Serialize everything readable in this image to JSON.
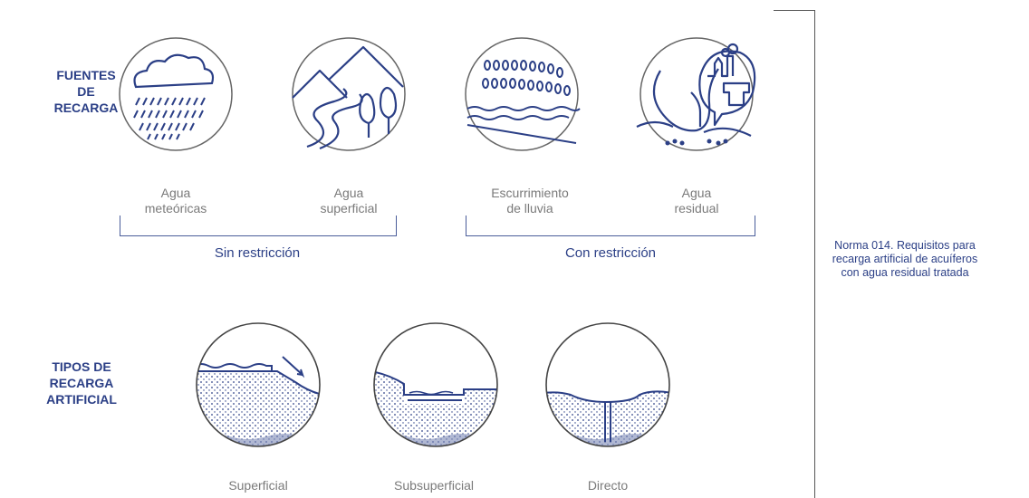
{
  "sections": {
    "sources": "FUENTES\nDE\nRECARGA",
    "types": "TIPOS DE\nRECARGA\nARTIFICIAL"
  },
  "sources": [
    {
      "label": "Agua\nmeteóricas",
      "icon": "rain-cloud-icon"
    },
    {
      "label": "Agua\nsuperficial",
      "icon": "mountain-river-icon"
    },
    {
      "label": "Escurrimiento\nde lluvia",
      "icon": "rain-runoff-icon"
    },
    {
      "label": "Agua\nresidual",
      "icon": "wastewater-icon"
    }
  ],
  "groups": {
    "unrestricted": "Sin restricción",
    "restricted": "Con restricción"
  },
  "norm_note": "Norma 014. Requisitos para\nrecarga artificial de acuíferos\ncon agua residual tratada",
  "types": [
    {
      "label": "Superficial",
      "icon": "surface-recharge-icon"
    },
    {
      "label": "Subsuperficial",
      "icon": "subsurface-recharge-icon"
    },
    {
      "label": "Directo",
      "icon": "direct-recharge-icon"
    }
  ],
  "colors": {
    "accent": "#2b3f86",
    "caption": "#7a7a7a",
    "line": "#3a4a7a"
  }
}
